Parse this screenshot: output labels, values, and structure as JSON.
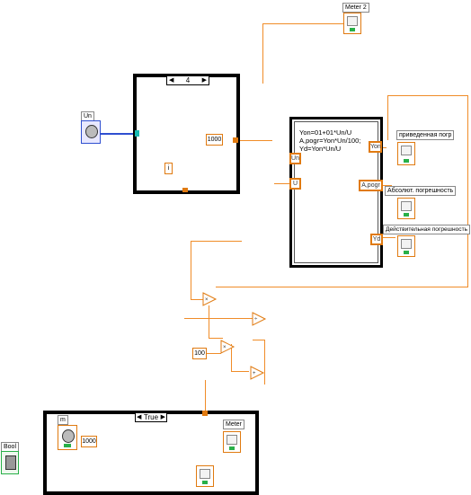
{
  "indicators": {
    "meter2": "Meter 2",
    "meter": "Meter",
    "reduced_error": "приведенная погр",
    "absolute_error": "Абсолют. погрешность",
    "actual_error": "Действительная погрешность"
  },
  "controls": {
    "un": "Un",
    "m": "m",
    "bool": "Bool"
  },
  "case_structure_top": {
    "selector": "4",
    "const_1000": "1000",
    "iter": "i"
  },
  "formula_node": {
    "text": "Yon=01+01*Un/U\nA,pogr=Yon*Un/100;\nYd=Yon*Un/U",
    "in_un": "Un",
    "in_u": "U",
    "out_yon": "Yon",
    "out_apogr": "A,pogr",
    "out_yd": "Yd"
  },
  "middle": {
    "const_100": "100"
  },
  "case_structure_bottom": {
    "selector": "True",
    "const_1000": "1000"
  },
  "colors": {
    "wire": "#f08c28",
    "wire_blue": "#2f4fd0",
    "led": "#28b048"
  }
}
